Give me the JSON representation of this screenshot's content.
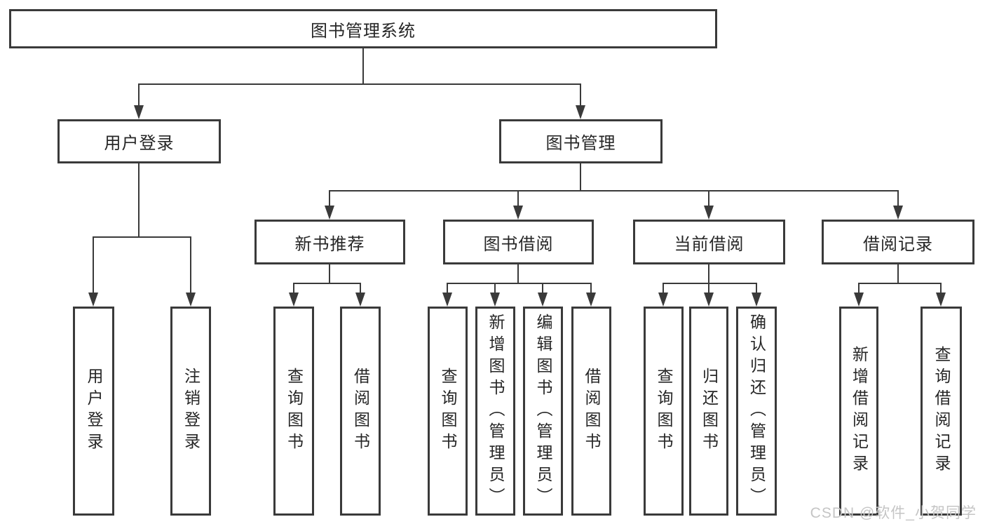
{
  "colors": {
    "line": "#3a3a3a",
    "text": "#262626",
    "background": "#ffffff",
    "watermark": "#c5c5c5"
  },
  "watermark": {
    "text": "CSDN @软件_小贺同学"
  },
  "tree": {
    "root": {
      "label": "图书管理系统"
    },
    "branches": [
      {
        "label": "用户登录",
        "children": [
          {
            "label": "用户登录"
          },
          {
            "label": "注销登录"
          }
        ]
      },
      {
        "label": "图书管理",
        "children": [
          {
            "label": "新书推荐",
            "children": [
              {
                "label": "查询图书"
              },
              {
                "label": "借阅图书"
              }
            ]
          },
          {
            "label": "图书借阅",
            "children": [
              {
                "label": "查询图书"
              },
              {
                "label": "新增图书（管理员）"
              },
              {
                "label": "编辑图书（管理员）"
              },
              {
                "label": "借阅图书"
              }
            ]
          },
          {
            "label": "当前借阅",
            "children": [
              {
                "label": "查询图书"
              },
              {
                "label": "归还图书"
              },
              {
                "label": "确认归还（管理员）"
              }
            ]
          },
          {
            "label": "借阅记录",
            "children": [
              {
                "label": "新增借阅记录"
              },
              {
                "label": "查询借阅记录"
              }
            ]
          }
        ]
      }
    ]
  }
}
